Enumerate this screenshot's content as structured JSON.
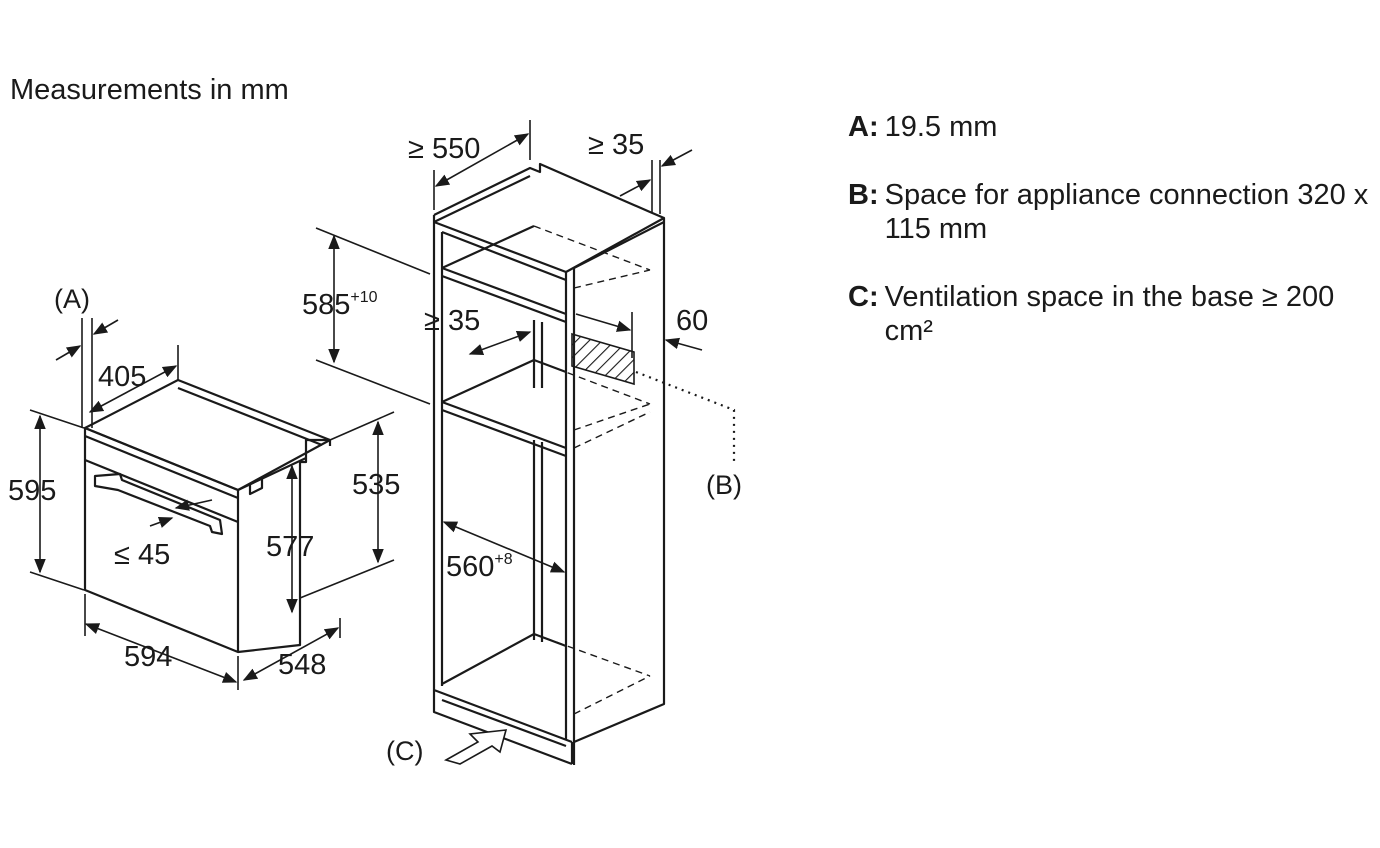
{
  "note": "Measurements in mm",
  "oven": {
    "label_a": "(A)",
    "dim_depth_panel": "405",
    "dim_height_front": "595",
    "dim_handle": "≤ 45",
    "dim_inner_height": "577",
    "dim_body_height": "535",
    "dim_width": "594",
    "dim_depth": "548"
  },
  "cabinet": {
    "dim_depth": "≥ 550",
    "dim_rear_gap": "≥ 35",
    "dim_niche_height": "585",
    "dim_niche_height_tol": "+10",
    "dim_shelf_gap": "≥ 35",
    "dim_side": "60",
    "dim_niche_width": "560",
    "dim_niche_width_tol": "+8",
    "label_b": "(B)",
    "label_c": "(C)"
  },
  "legend": [
    {
      "key": "A:",
      "text": "19.5 mm"
    },
    {
      "key": "B:",
      "text": "Space for appliance connection 320 x 115 mm"
    },
    {
      "key": "C:",
      "text": "Ventilation space in the base ≥ 200 cm²"
    }
  ]
}
